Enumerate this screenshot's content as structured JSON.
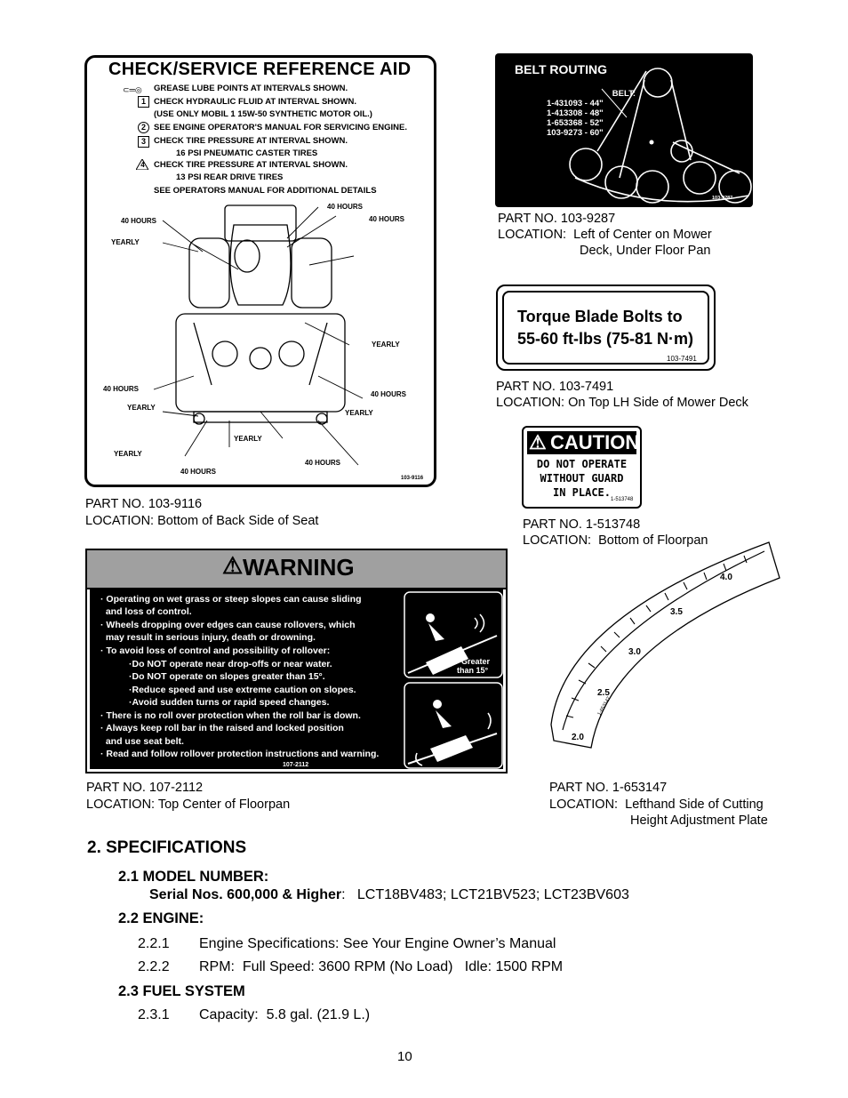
{
  "decal_service": {
    "title": "CHECK/SERVICE REFERENCE AID",
    "lines": [
      "GREASE LUBE POINTS AT INTERVALS SHOWN.",
      "CHECK HYDRAULIC FLUID AT INTERVAL SHOWN.",
      "(USE ONLY MOBIL 1 15W-50 SYNTHETIC MOTOR OIL.)",
      "SEE ENGINE OPERATOR'S MANUAL FOR SERVICING ENGINE.",
      "CHECK TIRE PRESSURE AT INTERVAL SHOWN.",
      "16 PSI PNEUMATIC CASTER TIRES",
      "CHECK TIRE PRESSURE AT INTERVAL SHOWN.",
      "13 PSI REAR DRIVE TIRES",
      "SEE OPERATORS MANUAL FOR ADDITIONAL DETAILS"
    ],
    "symbols": [
      "1",
      "2",
      "3",
      "4"
    ],
    "labels": {
      "h40": "40 HOURS",
      "yearly": "YEARLY"
    },
    "part_code": "103-9116"
  },
  "caption_service": {
    "part": "PART NO. 103-9116",
    "location": "LOCATION: Bottom of Back Side of Seat"
  },
  "decal_belt": {
    "title": "BELT ROUTING",
    "belt_label": "BELT:",
    "belts": [
      "1-431093 - 44\"",
      "1-413308 - 48\"",
      "1-653368 - 52\"",
      "103-9273 - 60\""
    ],
    "part_code": "103-9287"
  },
  "caption_belt": {
    "part": "PART NO. 103-9287",
    "location": "LOCATION:  Left of Center on Mower",
    "location2": "Deck, Under Floor Pan"
  },
  "decal_torque": {
    "line1": "Torque Blade Bolts to",
    "line2": "55-60 ft-lbs (75-81 N·m)",
    "part_code": "103-7491"
  },
  "caption_torque": {
    "part": "PART NO. 103-7491",
    "location": "LOCATION: On Top LH Side of Mower Deck"
  },
  "decal_caution": {
    "header": "CAUTION",
    "lines": [
      "DO NOT OPERATE",
      "WITHOUT GUARD",
      "IN PLACE."
    ],
    "part_code": "1-513748"
  },
  "caption_caution": {
    "part": "PART NO. 1-513748",
    "location": "LOCATION:  Bottom of Floorpan"
  },
  "decal_warning": {
    "header": "WARNING",
    "lines": [
      "· Operating on wet grass or steep slopes can cause sliding",
      "  and loss of control.",
      "· Wheels dropping over edges can cause rollovers, which",
      "  may result in serious injury, death or drowning.",
      "· To avoid loss of control and possibility of rollover:",
      "·Do NOT operate near drop-offs or near water.",
      "·Do NOT operate on slopes greater than 15°.",
      "·Reduce speed and use extreme caution on slopes.",
      "·Avoid sudden turns or rapid speed changes.",
      "· There is no roll over protection when the roll bar is down.",
      "· Always keep roll bar in the raised and locked position",
      "  and use seat belt.",
      "· Read and follow rollover protection instructions and warning."
    ],
    "slope_label": "Greater\nthan 15°",
    "part_code": "107-2112"
  },
  "caption_warning": {
    "part": "PART NO. 107-2112",
    "location": "LOCATION: Top Center of Floorpan"
  },
  "decal_gauge": {
    "ticks": [
      "2.0",
      "2.5",
      "3.0",
      "3.5",
      "4.0"
    ],
    "part_code": "1-653147"
  },
  "caption_gauge": {
    "part": "PART NO. 1-653147",
    "location": "LOCATION:  Lefthand Side of Cutting",
    "location2": "Height Adjustment Plate"
  },
  "specs": {
    "heading": "2. SPECIFICATIONS",
    "s21_title": "2.1 MODEL NUMBER:",
    "serial_label": "Serial Nos. 600,000 & Higher",
    "serial_value": ":   LCT18BV483; LCT21BV523; LCT23BV603",
    "s22_title": "2.2 ENGINE:",
    "s221_num": "2.2.1",
    "s221_text": "Engine Specifications: See Your Engine Owner’s Manual",
    "s222_num": "2.2.2",
    "s222_text": "RPM:  Full Speed: 3600 RPM (No Load)   Idle: 1500 RPM",
    "s23_title": "2.3 FUEL SYSTEM",
    "s231_num": "2.3.1",
    "s231_text": "Capacity:  5.8 gal. (21.9 L.)"
  },
  "page_number": "10"
}
